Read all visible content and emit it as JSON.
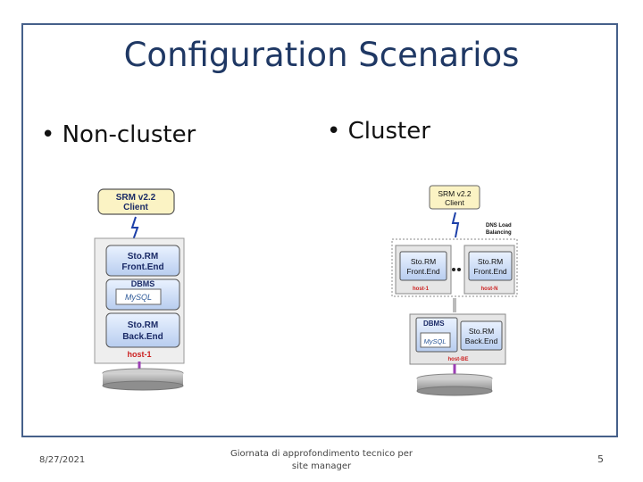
{
  "slide": {
    "title": "Configuration Scenarios",
    "bullet_left": "Non-cluster",
    "bullet_right": "Cluster"
  },
  "left_diagram": {
    "client_line1": "SRM v2.2",
    "client_line2": "Client",
    "frontend_line1": "Sto.RM",
    "frontend_line2": "Front.End",
    "dbms_label": "DBMS",
    "mysql_label": "MySQL",
    "backend_line1": "Sto.RM",
    "backend_line2": "Back.End",
    "host_label": "host-1"
  },
  "right_diagram": {
    "client_line1": "SRM v2.2",
    "client_line2": "Client",
    "dns_line1": "DNS Load",
    "dns_line2": "Balancing",
    "fe1_line1": "Sto.RM",
    "fe1_line2": "Front.End",
    "fe1_host": "host-1",
    "fen_line1": "Sto.RM",
    "fen_line2": "Front.End",
    "fen_host": "host-N",
    "dbms_label": "DBMS",
    "mysql_label": "MySQL",
    "be_line1": "Sto.RM",
    "be_line2": "Back.End",
    "be_host": "host-BE"
  },
  "footer": {
    "date": "8/27/2021",
    "center_line1": "Giornata di approfondimento tecnico per",
    "center_line2": "site manager",
    "page_number": "5"
  }
}
